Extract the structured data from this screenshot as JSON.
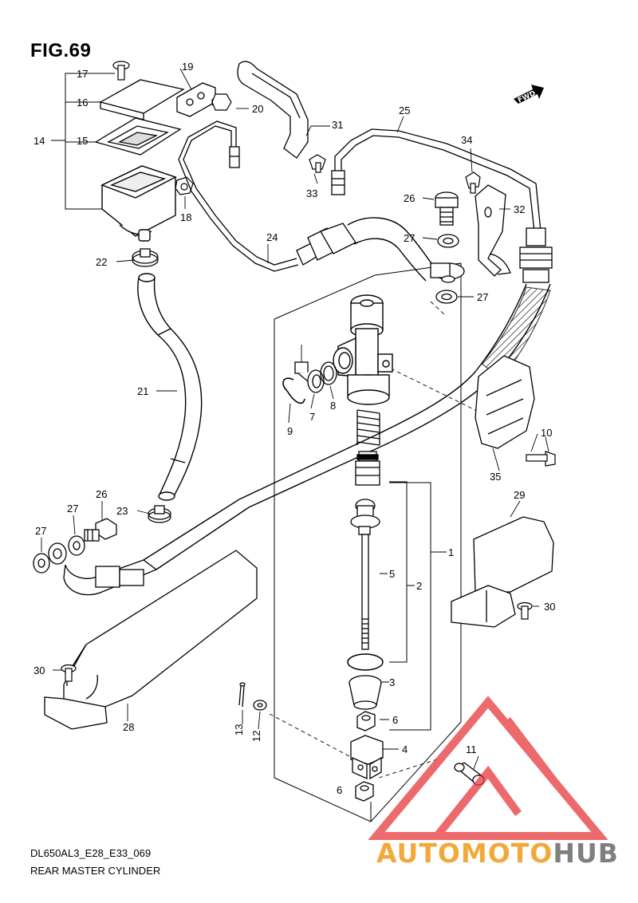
{
  "figure": {
    "title": "FIG.69",
    "model_code": "DL650AL3_E28_E33_069",
    "section_title": "REAR MASTER CYLINDER",
    "direction_tag": "FWD"
  },
  "callouts": {
    "c1": "1",
    "c2": "2",
    "c3": "3",
    "c4": "4",
    "c5": "5",
    "c6a": "6",
    "c6b": "6",
    "c7": "7",
    "c8": "8",
    "c9": "9",
    "c10": "10",
    "c11": "11",
    "c12": "12",
    "c13": "13",
    "c14": "14",
    "c15": "15",
    "c16": "16",
    "c17": "17",
    "c18": "18",
    "c19": "19",
    "c20": "20",
    "c21": "21",
    "c22": "22",
    "c23": "23",
    "c24": "24",
    "c25": "25",
    "c26a": "26",
    "c26b": "26",
    "c27a": "27",
    "c27b": "27",
    "c27c": "27",
    "c27d": "27",
    "c28": "28",
    "c29": "29",
    "c30a": "30",
    "c30b": "30",
    "c31": "31",
    "c32": "32",
    "c33": "33",
    "c34": "34",
    "c35": "35"
  },
  "watermark": {
    "part1": "AUTOMOTO",
    "part2": "HUB",
    "color_triangle": "#e8393c",
    "color_part1": "#f2a93b",
    "color_part2": "#7f7f7f"
  }
}
